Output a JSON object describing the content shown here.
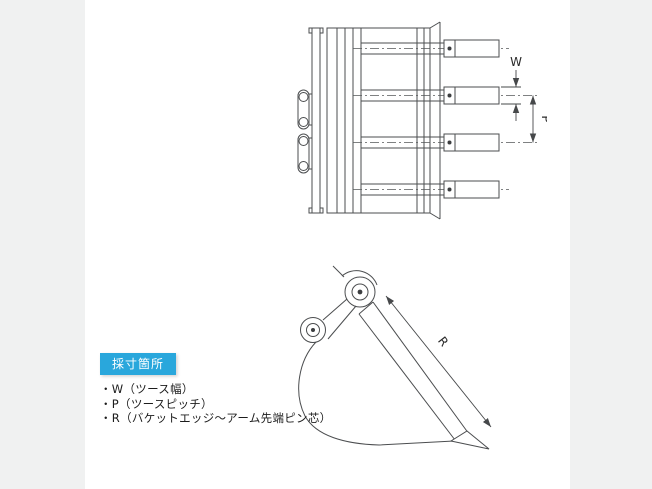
{
  "page": {
    "background": "#f0f1f1",
    "canvas_bg": "#ffffff"
  },
  "diagram": {
    "description_top": "bucket-top-view-with-teeth",
    "description_side": "bucket-side-view-with-arm-pin",
    "dimensions": {
      "w": "W",
      "p": "P",
      "r": "R"
    }
  },
  "callout": {
    "title": "採寸箇所",
    "accent_color": "#29a7dc",
    "text_color": "#ffffff"
  },
  "legend": {
    "items": [
      "・W（ツース幅）",
      "・P（ツースピッチ）",
      "・R（バケットエッジ～アーム先端ピン芯）"
    ]
  }
}
